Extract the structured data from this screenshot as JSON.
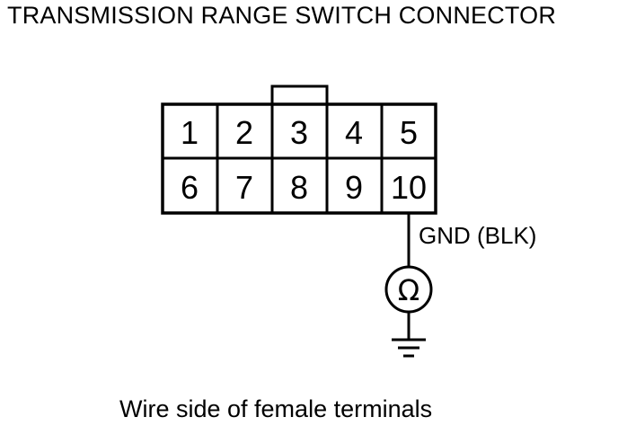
{
  "title": "TRANSMISSION RANGE SWITCH CONNECTOR",
  "connector": {
    "rows": [
      [
        "1",
        "2",
        "3",
        "4",
        "5"
      ],
      [
        "6",
        "7",
        "8",
        "9",
        "10"
      ]
    ],
    "measured_pin": "10"
  },
  "wire": {
    "label": "GND (BLK)"
  },
  "meter": {
    "symbol": "Ω",
    "icon": "ohmmeter-icon"
  },
  "ground": {
    "icon": "ground-icon"
  },
  "caption": "Wire side of female terminals"
}
